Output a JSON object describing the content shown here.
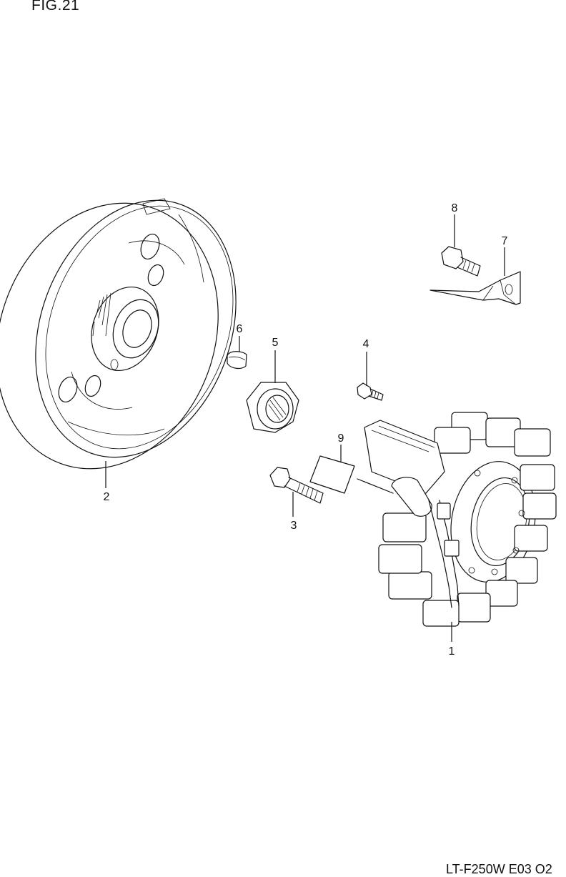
{
  "figure": {
    "title": "FIG.21",
    "code": "LT-F250W E03 O2"
  },
  "parts": [
    {
      "number": "1",
      "name": "stator-coil"
    },
    {
      "number": "2",
      "name": "flywheel-rotor"
    },
    {
      "number": "3",
      "name": "rotor-bolt"
    },
    {
      "number": "4",
      "name": "stator-screw"
    },
    {
      "number": "5",
      "name": "rotor-nut"
    },
    {
      "number": "6",
      "name": "key"
    },
    {
      "number": "7",
      "name": "lead-wire-clamp"
    },
    {
      "number": "8",
      "name": "clamp-bolt"
    },
    {
      "number": "9",
      "name": "label-plate"
    }
  ]
}
